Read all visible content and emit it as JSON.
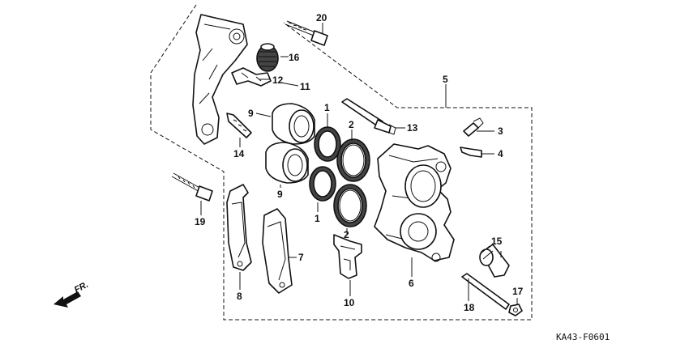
{
  "figure_code": "KA43-F0601",
  "direction_label": "FR.",
  "callouts": {
    "c1a": "1",
    "c1b": "1",
    "c2a": "2",
    "c2b": "2",
    "c3": "3",
    "c4": "4",
    "c5": "5",
    "c6": "6",
    "c7": "7",
    "c8": "8",
    "c9a": "9",
    "c9b": "9",
    "c10": "10",
    "c11": "11",
    "c12": "12",
    "c13": "13",
    "c14": "14",
    "c15": "15",
    "c16": "16",
    "c17": "17",
    "c18": "18",
    "c19": "19",
    "c20": "20"
  }
}
